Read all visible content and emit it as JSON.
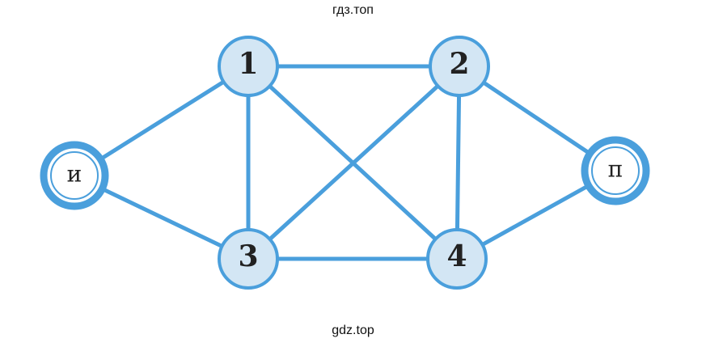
{
  "watermark_top": "гдз.топ",
  "watermark_bottom": "gdz.top",
  "colors": {
    "line": "#4a9fdc",
    "node_fill": "#d3e6f4",
    "terminal_fill": "#ffffff"
  },
  "nodes": [
    {
      "id": "и",
      "label": "и",
      "terminal": true
    },
    {
      "id": "1",
      "label": "1",
      "terminal": false
    },
    {
      "id": "2",
      "label": "2",
      "terminal": false
    },
    {
      "id": "п",
      "label": "п",
      "terminal": true
    },
    {
      "id": "3",
      "label": "3",
      "terminal": false
    },
    {
      "id": "4",
      "label": "4",
      "terminal": false
    }
  ],
  "edges": [
    [
      "и",
      "1"
    ],
    [
      "и",
      "3"
    ],
    [
      "1",
      "2"
    ],
    [
      "1",
      "3"
    ],
    [
      "1",
      "4"
    ],
    [
      "2",
      "3"
    ],
    [
      "2",
      "4"
    ],
    [
      "2",
      "п"
    ],
    [
      "3",
      "4"
    ],
    [
      "4",
      "п"
    ]
  ]
}
